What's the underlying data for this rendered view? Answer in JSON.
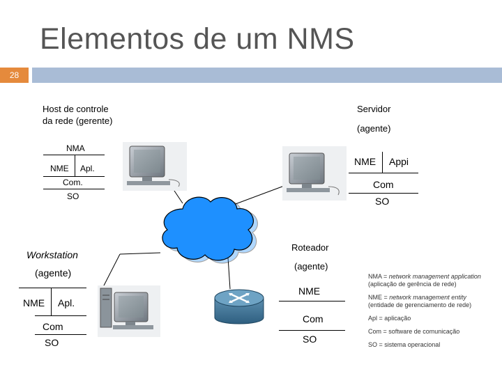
{
  "slide": {
    "title": "Elementos de um NMS",
    "number": "28"
  },
  "host": {
    "title_line1": "Host de controle",
    "title_line2": "da rede (gerente)",
    "nma": "NMA",
    "nme": "NME",
    "apl": "Apl.",
    "com": "Com.",
    "so": "SO"
  },
  "server": {
    "title": "Servidor",
    "role": "(agente)",
    "nme": "NME",
    "appl": "Appi",
    "com": "Com",
    "so": "SO"
  },
  "workstation": {
    "title": "Workstation",
    "role": "(agente)",
    "nme": "NME",
    "apl": "Apl.",
    "com": "Com",
    "so": "SO"
  },
  "router": {
    "title": "Roteador",
    "role": "(agente)",
    "nme": "NME",
    "com": "Com",
    "so": "SO"
  },
  "legend": {
    "nma_prefix": "NMA = ",
    "nma_term": "network management application",
    "nma_desc": " (aplicação de gerência de rede)",
    "nme_prefix": "NME = ",
    "nme_term": "network management entity",
    "nme_desc": " (entidade de gerenciamento de rede)",
    "apl": "Apl = aplicação",
    "com": "Com = software de comunicação",
    "so": "SO = sistema operacional"
  },
  "colors": {
    "cloud": "#1e90ff",
    "badge": "#e58a3c",
    "bar": "#a9bcd6",
    "title": "#555555"
  }
}
